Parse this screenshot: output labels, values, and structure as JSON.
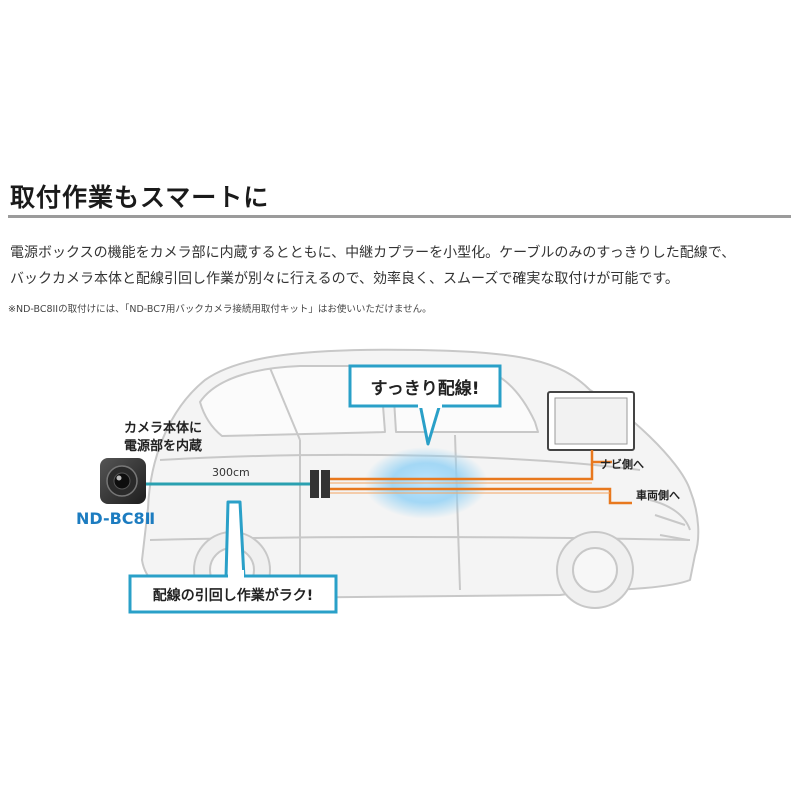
{
  "section": {
    "title": "取付作業もスマートに",
    "description_lines": [
      "電源ボックスの機能をカメラ部に内蔵するとともに、中継カプラーを小型化。ケーブルのみのすっきりした配線で、",
      "バックカメラ本体と配線引回し作業が別々に行えるので、効率良く、スムーズで確実な取付けが可能です。"
    ],
    "note": "※ND-BC8IIの取付けには、「ND-BC7用バックカメラ接続用取付キット」はお使いいただけません。"
  },
  "diagram": {
    "camera_caption_line1": "カメラ本体に",
    "camera_caption_line2": "電源部を内蔵",
    "camera_model": "ND-BC8Ⅱ",
    "cable_length": "300cm",
    "callout_top": "すっきり配線!",
    "callout_bottom": "配線の引回し作業がラク!",
    "label_navi": "ナビ側へ",
    "label_vehicle": "車両側へ",
    "colors": {
      "cable_teal": "#2aa0b0",
      "wire_orange": "#e8781e",
      "callout_border": "#2aa0c8",
      "model_blue": "#1c7cc0",
      "glow_blue": "#8fd0f5"
    }
  }
}
